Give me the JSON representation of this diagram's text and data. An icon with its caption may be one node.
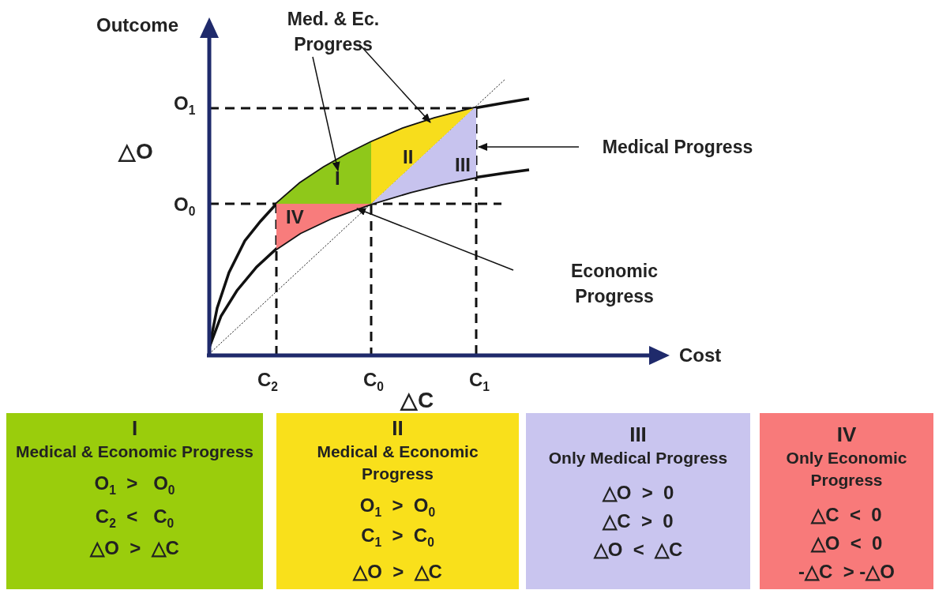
{
  "diagram": {
    "nodes": [
      {
        "text": [
          "I"
        ]
      },
      {
        "text": [
          "II"
        ]
      },
      {
        "text": [
          "III"
        ]
      },
      {
        "text": [
          "IV"
        ]
      },
      {
        "text": [
          "Med. & Ec. Progress"
        ]
      },
      {
        "text": [
          "Medical Progress"
        ]
      },
      {
        "text": [
          "Economic Progress"
        ]
      },
      {
        "text": [
          "I",
          "Medical  & Economic Progress",
          "O$_{1}$  >   O$_{0}$",
          "C$_{2}$  <   C$_{0}$",
          "△O  >  △C"
        ]
      },
      {
        "text": [
          "II",
          "Medical  & Economic Progress",
          "O$_{1}$  >  O$_{0}$",
          "C$_{1}$  >  C$_{0}$",
          "△O  >  △C"
        ]
      },
      {
        "text": [
          "III",
          "Only Medical Progress",
          "△O  >  0",
          "△C  >  0",
          "△O  <  △C"
        ]
      },
      {
        "text": [
          "IV",
          "Only Economic Progress",
          "△C  <  0",
          "△O  <  0",
          "-△C  > -△O"
        ]
      }
    ],
    "edges": [
      {
        "from": 4,
        "to": 0,
        "arrow": "to"
      },
      {
        "from": 4,
        "to": 1,
        "arrow": "to"
      },
      {
        "from": 5,
        "to": 2,
        "arrow": "to"
      },
      {
        "from": 6,
        "to": 3,
        "arrow": "to"
      }
    ],
    "labels": [
      "Outcome",
      "O$_{1}$",
      "△O",
      "O$_{0}$",
      "Cost",
      "C$_{2}$",
      "C$_{0}$",
      "C$_{1}$",
      "△C"
    ]
  }
}
